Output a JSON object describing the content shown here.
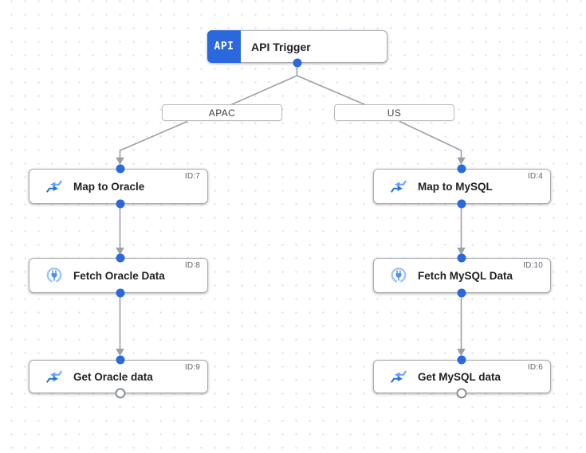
{
  "trigger": {
    "icon_label": "API",
    "title": "API Trigger"
  },
  "branch_labels": {
    "apac": "APAC",
    "us": "US"
  },
  "nodes": {
    "map_oracle": {
      "title": "Map to Oracle",
      "badge": "ID:7"
    },
    "fetch_oracle": {
      "title": "Fetch Oracle Data",
      "badge": "ID:8"
    },
    "get_oracle": {
      "title": "Get Oracle data",
      "badge": "ID:9"
    },
    "map_mysql": {
      "title": "Map to MySQL",
      "badge": "ID:4"
    },
    "fetch_mysql": {
      "title": "Fetch MySQL Data",
      "badge": "ID:10"
    },
    "get_mysql": {
      "title": "Get MySQL data",
      "badge": "ID:6"
    }
  },
  "colors": {
    "node_accent_blue": "#2b67dd",
    "mapping_icon_blue": "#1a73e8",
    "mapping_icon_blue_light": "#69a0f4",
    "connector_ring_blue": "#9ec3f8",
    "connector_plug_blue": "#4d8df6",
    "edge_line_gray": "#9aa0a6",
    "hollow_port_border": "#8a9096"
  }
}
